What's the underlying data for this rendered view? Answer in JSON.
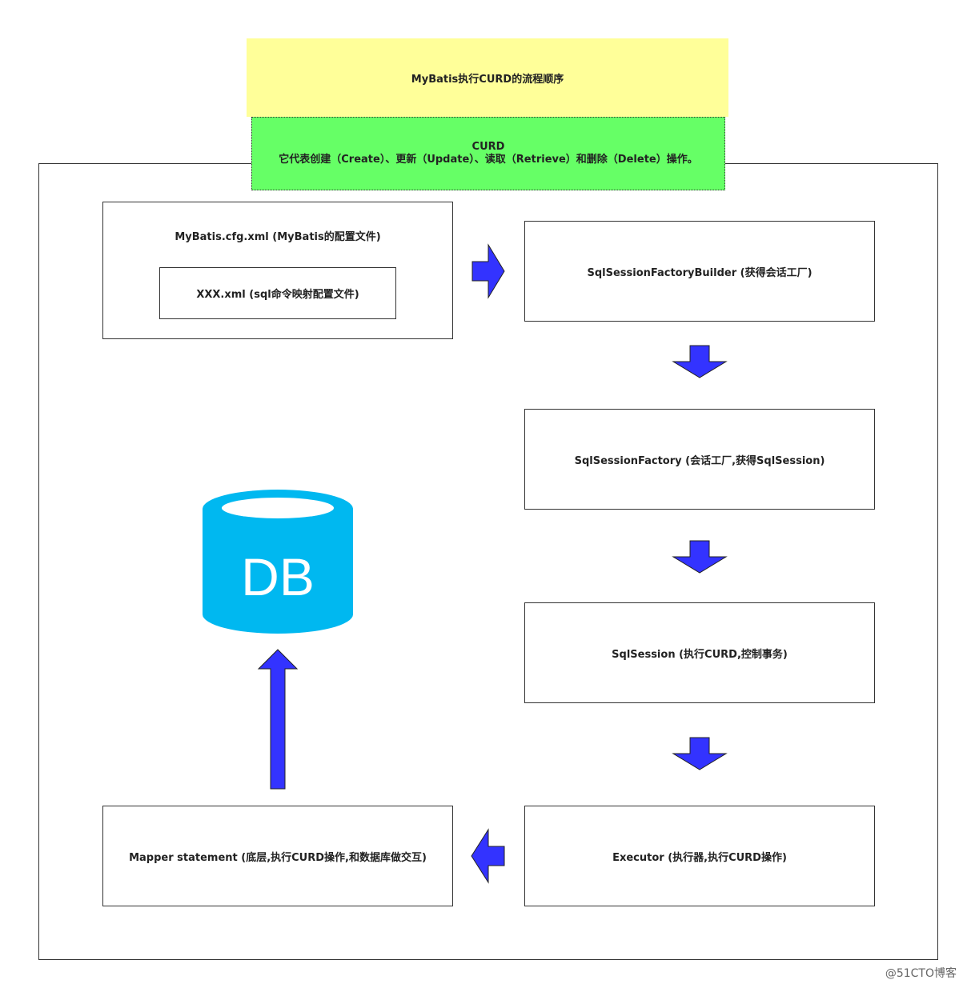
{
  "title_note": {
    "text": "MyBatis执行CURD的流程顺序",
    "color": "#ffff99"
  },
  "curd_note": {
    "line1": "CURD",
    "line2": "它代表创建（Create）、更新（Update）、读取（Retrieve）和删除（Delete）操作。",
    "color": "#66ff66"
  },
  "config_box": {
    "title": "MyBatis.cfg.xml (MyBatis的配置文件)",
    "inner": "XXX.xml (sql命令映射配置文件)"
  },
  "flow": {
    "builder": "SqlSessionFactoryBuilder (获得会话工厂)",
    "factory": "SqlSessionFactory (会话工厂,获得SqlSession)",
    "session": "SqlSession (执行CURD,控制事务)",
    "executor": "Executor (执行器,执行CURD操作)",
    "mapper": "Mapper statement (底层,执行CURD操作,和数据库做交互)"
  },
  "database": {
    "label": "DB",
    "color": "#00b8f0"
  },
  "arrow_color": "#3333ff",
  "watermark": "@51CTO博客"
}
